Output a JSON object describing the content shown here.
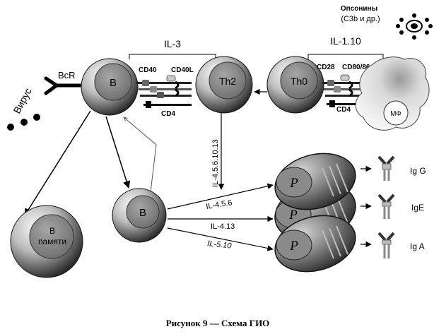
{
  "caption": "Рисунок 9 — Схема ГИО",
  "opsonins": {
    "title": "Опсонины",
    "subtitle": "(С3b и др.)"
  },
  "virus": {
    "label": "Вирус"
  },
  "bcr": {
    "label": "BcR"
  },
  "cells": {
    "b_main": "B",
    "th2": "Th2",
    "th0": "Th0",
    "macrophage": "МФ",
    "b_small": "B",
    "b_memory_line1": "B",
    "b_memory_line2": "памяти",
    "plasma": "P"
  },
  "brackets": {
    "left": "IL-3",
    "right": "IL-1.10"
  },
  "receptors": {
    "cd40": "CD40",
    "cd40l": "CD40L",
    "cd4_left": "CD4",
    "cd28": "CD28",
    "cd80_86": "CD80/86",
    "cd4_right": "CD4"
  },
  "interleukins": {
    "vertical": "IL-4.5.6.10.13",
    "top": "IL-4.5.6",
    "middle": "IL-4.13",
    "bottom": "IL-5.10"
  },
  "immunoglobulins": [
    "Ig G",
    "IgE",
    "Ig A"
  ],
  "colors": {
    "cell_outer_light": "#f2f2f2",
    "cell_outer_dark": "#3c3c3c",
    "nucleus": "#8a8a8a",
    "line": "#000000",
    "plasma": "#6f6f6f"
  }
}
